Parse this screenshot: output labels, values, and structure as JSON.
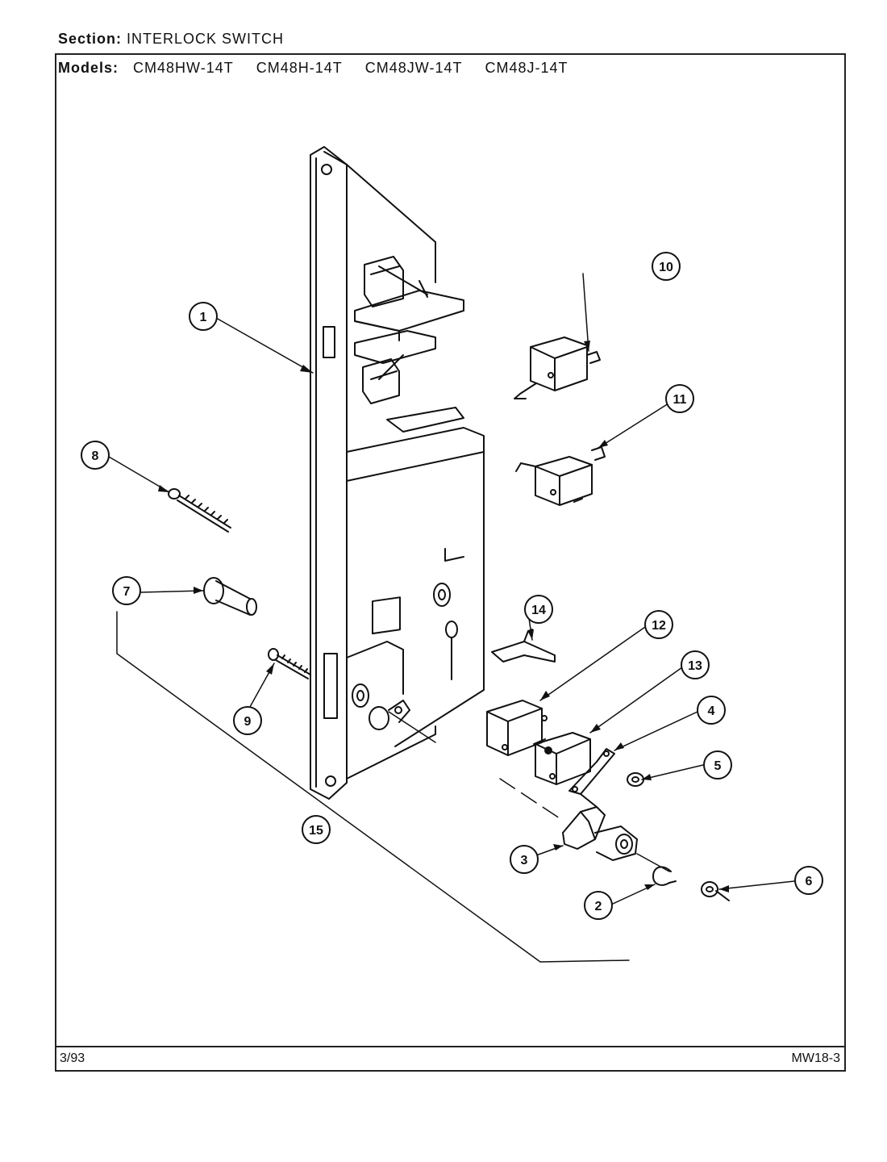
{
  "header": {
    "section_label": "Section:",
    "section_name": "INTERLOCK SWITCH",
    "models_label": "Models:",
    "models": [
      "CM48HW-14T",
      "CM48H-14T",
      "CM48JW-14T",
      "CM48J-14T"
    ]
  },
  "footer": {
    "date": "3/93",
    "page_code": "MW18-3"
  },
  "callouts": [
    "1",
    "2",
    "3",
    "4",
    "5",
    "6",
    "7",
    "8",
    "9",
    "10",
    "11",
    "12",
    "13",
    "14",
    "15"
  ],
  "colors": {
    "ink": "#111111",
    "paper": "#ffffff"
  }
}
